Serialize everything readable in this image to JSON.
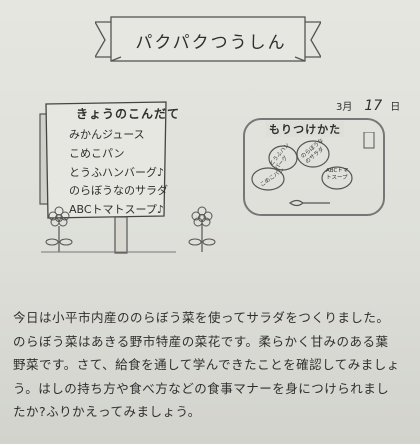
{
  "banner": {
    "title": "パクパクつうしん"
  },
  "date": {
    "month": "3月",
    "day": "17",
    "weekday_label": "日"
  },
  "menu": {
    "title": "きょうのこんだて",
    "items": [
      "みかんジュース",
      "こめこパン",
      "とうふハンバーグ♪",
      "のらぼうなのサラダ",
      "ABCトマトスープ♪"
    ]
  },
  "serving": {
    "title": "もりつけかた",
    "labels": {
      "pan": "こめこパン",
      "hamburg": "とうふハンバーグ",
      "salad": "のらぼうなのサラダ",
      "soup": "ABCトマトスープ"
    }
  },
  "article": {
    "lines": [
      "今日は小平市内産ののらぼう菜を使ってサラダをつくりました。",
      "のらぼう菜はあきる野市特産の菜花です。柔らかく甘みのある葉",
      "野菜です。さて、給食を通して学んできたことを確認してみましょ",
      "う。はしの持ち方や食べ方などの食事マナーを身につけられまし",
      "たか?ふりかえってみましょう。"
    ]
  }
}
